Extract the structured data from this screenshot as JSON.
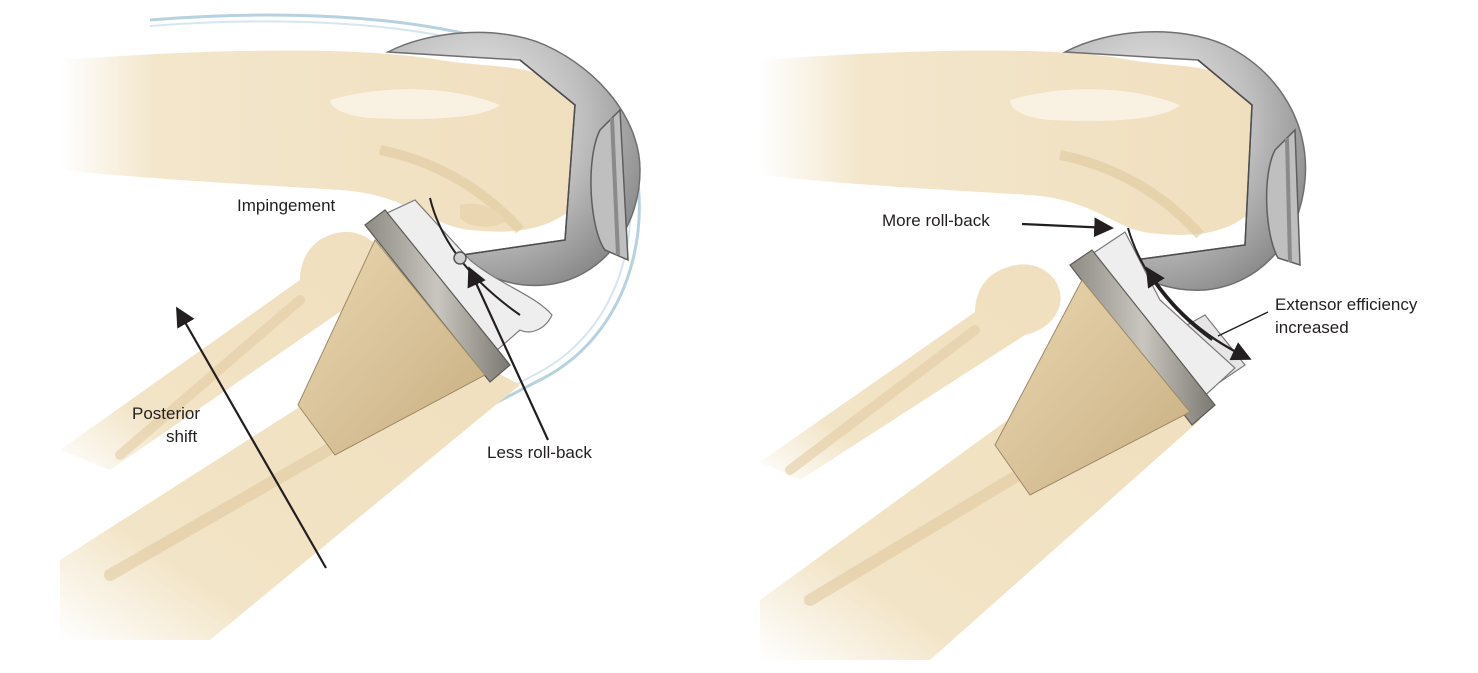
{
  "left_panel": {
    "labels": {
      "impingement": "Impingement",
      "posterior_shift_line1": "Posterior",
      "posterior_shift_line2": "shift",
      "less_rollback": "Less roll-back"
    }
  },
  "right_panel": {
    "labels": {
      "more_rollback": "More roll-back",
      "extensor_line1": "Extensor efficiency",
      "extensor_line2": "increased"
    }
  },
  "colors": {
    "bone": "#f0dfbe",
    "bone_light": "#f8eedb",
    "bone_shadow": "#d9bf92",
    "implant_metal": "#a6a6a6",
    "implant_light": "#e3e3e3",
    "poly_insert": "#eeeeee",
    "outline_blue": "#b6d2df",
    "ink": "#231f20"
  }
}
